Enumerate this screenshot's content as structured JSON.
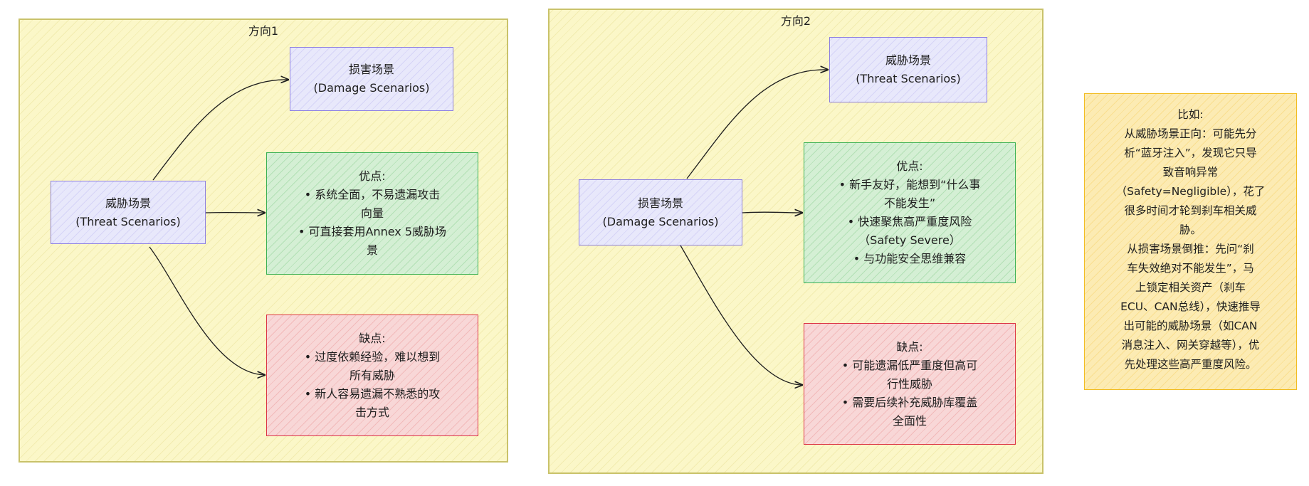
{
  "frames": {
    "dir1": {
      "title": "方向1",
      "root": {
        "line1": "威胁场景",
        "line2": "(Threat Scenarios)"
      },
      "target": {
        "line1": "损害场景",
        "line2": "(Damage Scenarios)"
      },
      "pros": {
        "heading": "优点:",
        "lines": [
          "• 系统全面，不易遗漏攻击",
          "向量",
          "• 可直接套用Annex 5威胁场",
          "景"
        ]
      },
      "cons": {
        "heading": "缺点:",
        "lines": [
          "• 过度依赖经验，难以想到",
          "所有威胁",
          "• 新人容易遗漏不熟悉的攻",
          "击方式"
        ]
      }
    },
    "dir2": {
      "title": "方向2",
      "root": {
        "line1": "损害场景",
        "line2": "(Damage Scenarios)"
      },
      "target": {
        "line1": "威胁场景",
        "line2": "(Threat Scenarios)"
      },
      "pros": {
        "heading": "优点:",
        "lines": [
          "• 新手友好，能想到“什么事",
          "不能发生”",
          "• 快速聚焦高严重度风险",
          "（Safety Severe）",
          "• 与功能安全思维兼容"
        ]
      },
      "cons": {
        "heading": "缺点:",
        "lines": [
          "• 可能遗漏低严重度但高可",
          "行性威胁",
          "• 需要后续补充威胁库覆盖",
          "全面性"
        ]
      }
    }
  },
  "note": {
    "lines": [
      "比如:",
      "从威胁场景正向：可能先分",
      "析“蓝牙注入”，发现它只导",
      "致音响异常",
      "（Safety=Negligible），花了",
      "很多时间才轮到刹车相关威",
      "胁。",
      "从损害场景倒推：先问“刹",
      "车失效绝对不能发生”，马",
      "上锁定相关资产（刹车",
      "ECU、CAN总线），快速推导",
      "出可能的威胁场景（如CAN",
      "消息注入、网关穿越等），优",
      "先处理这些高严重度风险。"
    ]
  }
}
